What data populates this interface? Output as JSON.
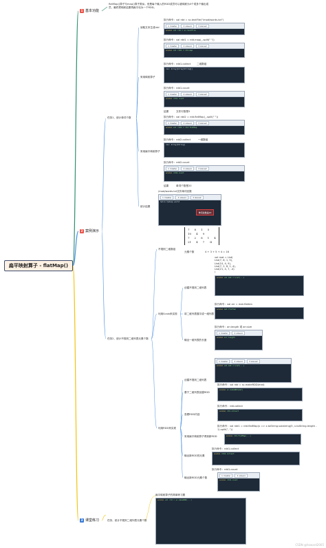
{
  "root": {
    "title": "扁平映射算子 - flatMap()"
  },
  "colors": {
    "sec_basic": "#e8534a",
    "sec_case": "#e8534a",
    "sec_practice": "#3a7bd5",
    "line_basic": "#2f8f6f",
    "line_case": "#4a90e2",
    "line_practice": "#f1c40f"
  },
  "sections": [
    {
      "num": "1",
      "label": "基本功能"
    },
    {
      "num": "2",
      "label": "案例演示"
    },
    {
      "num": "3",
      "label": "课堂练习"
    }
  ],
  "basic": {
    "desc": "flatMap()算子与map()算子类似，但是每个输入的RDD成员可以被映射为0个或多个输出成员，最终把映射结果再扁平化为一个RDD。"
  },
  "task1": {
    "label": "任务1、统计单词个数",
    "read": {
      "label": "读取文本生成rdd",
      "cmd": "执行命令：val rdd = sc.textFile(\"/mod/words.txt\")"
    },
    "map": {
      "label": "采用映射算子",
      "cmd1": "执行命令：val rdd1 = rdd.map(_.split(\" \"))",
      "cmd2": "执行命令：rdd1.collect",
      "note2": "二维数组",
      "cmd3": "执行命令：rdd1.count",
      "result": "结果",
      "result_note": "文件行数是5"
    },
    "flatmap": {
      "label": "采用扁平映射算子",
      "cmd1": "执行命令：val rdd2 = rdd.flatMap(_.split(\" \"))",
      "cmd2": "执行命令：rdd2.collect",
      "note2": "一维数组",
      "cmd3": "执行命令：rdd2.count",
      "result": "结果",
      "result_note": "单词个数是20"
    },
    "summary": {
      "label": "统计结果",
      "file": "/mod/words.txt文件单词总数",
      "mark": "单词总数是20"
    }
  },
  "task2": {
    "label": "任务2、统计不规则二维列表元素个数",
    "irregular": {
      "label": "不规则二维数组",
      "matrix": [
        [
          "7",
          "8",
          "1",
          "5"
        ],
        [
          "10",
          "4",
          "9"
        ],
        [
          "7",
          "2",
          "8",
          "1",
          "4"
        ],
        [
          "21",
          "4",
          "7",
          "-4"
        ]
      ],
      "count_label": "元素个数",
      "count_expr": "4 + 3 + 5 + 4 = 16"
    },
    "scala": {
      "label": "利用Scala来实现",
      "create": {
        "label": "创建不规则二维列表",
        "code": [
          "val mat = List(",
          "  List(7, 8, 1, 5),",
          "  List(10, 4, 9),",
          "  List(7, 2, 8, 1, 4),",
          "  List(21, 4, 7, -4)",
          ")"
        ]
      },
      "flatten": {
        "label": "将二维列表展平成一维列表",
        "cmd": "执行命令：val arr = mat.flatten"
      },
      "output": {
        "label": "输出一维列表的长度",
        "cmd": "执行命令：arr.length 或 arr.size"
      }
    },
    "rdd": {
      "label": "利用RDD来实现",
      "create": {
        "label": "创建不规则二维列表"
      },
      "makerdd": {
        "label": "基于二维列表创建RDD",
        "cmd": "执行命令：val rdd = sc.makeRDD(mat)"
      },
      "view": {
        "label": "查看RDD内容",
        "cmd": "执行命令：rdd.collect"
      },
      "flat": {
        "label": "采用扁平映射算子得到新RDD",
        "cmd": "执行命令：val rdd1 = rdd.flatMap(x => x.toString.substring(5, x.toString.length - 1).split(\", \"))"
      },
      "outrdd": {
        "label": "输出新RDD的元素",
        "cmd": "执行命令：rdd1.collect"
      },
      "count": {
        "label": "输出新RDD元素个数",
        "cmd": "执行命令：rdd1.count"
      }
    }
  },
  "task3": {
    "label": "任务、统计不规则二维列表元素个数",
    "item": "扁平映射算子的简单练习题"
  },
  "shot": {
    "tab1": "1 master",
    "tab2": "2 slave1",
    "tab3": "3 slave2"
  },
  "watermark": "CSDN @howard2005"
}
